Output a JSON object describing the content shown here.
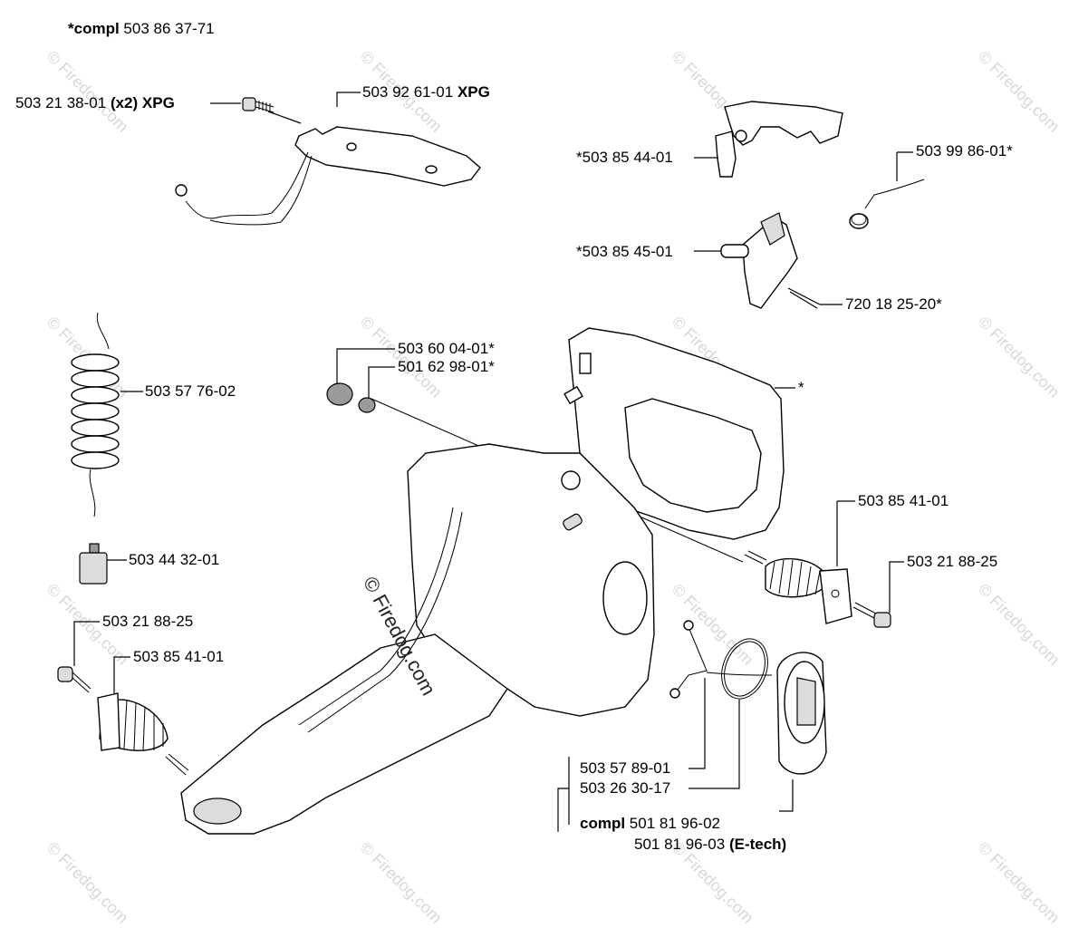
{
  "watermark": "© Firedog.com",
  "labels": {
    "compl_main": {
      "bold": "*compl",
      "text": "503 86 37-71"
    },
    "screw_x2": {
      "text": "503 21 38-01",
      "bold": "(x2) XPG"
    },
    "heater_plate": {
      "text": "503 92 61-01",
      "bold": "XPG"
    },
    "trigger": {
      "text": "*503 85 44-01"
    },
    "spring_trigger": {
      "text": "503 99 86-01*"
    },
    "lockout": {
      "text": "*503 85 45-01"
    },
    "pin": {
      "text": "720 18 25-20*"
    },
    "star": {
      "text": "*"
    },
    "damper_big": {
      "text": "503 60 04-01*"
    },
    "damper_small": {
      "text": "501 62 98-01*"
    },
    "fuel_hose": {
      "text": "503 57 76-02"
    },
    "fuel_filter": {
      "text": "503 44 32-01"
    },
    "av_right": {
      "text": "503 85 41-01"
    },
    "screw_right": {
      "text": "503 21 88-25"
    },
    "screw_left": {
      "text": "503 21 88-25"
    },
    "av_left": {
      "text": "503 85 41-01"
    },
    "pickup": {
      "text": "503 57 89-01"
    },
    "oring": {
      "text": "503 26 30-17"
    },
    "cap_compl": {
      "bold": "compl",
      "text": "501 81 96-02"
    },
    "cap_etech": {
      "text": "501 81 96-03",
      "bold": "(E-tech)"
    }
  }
}
